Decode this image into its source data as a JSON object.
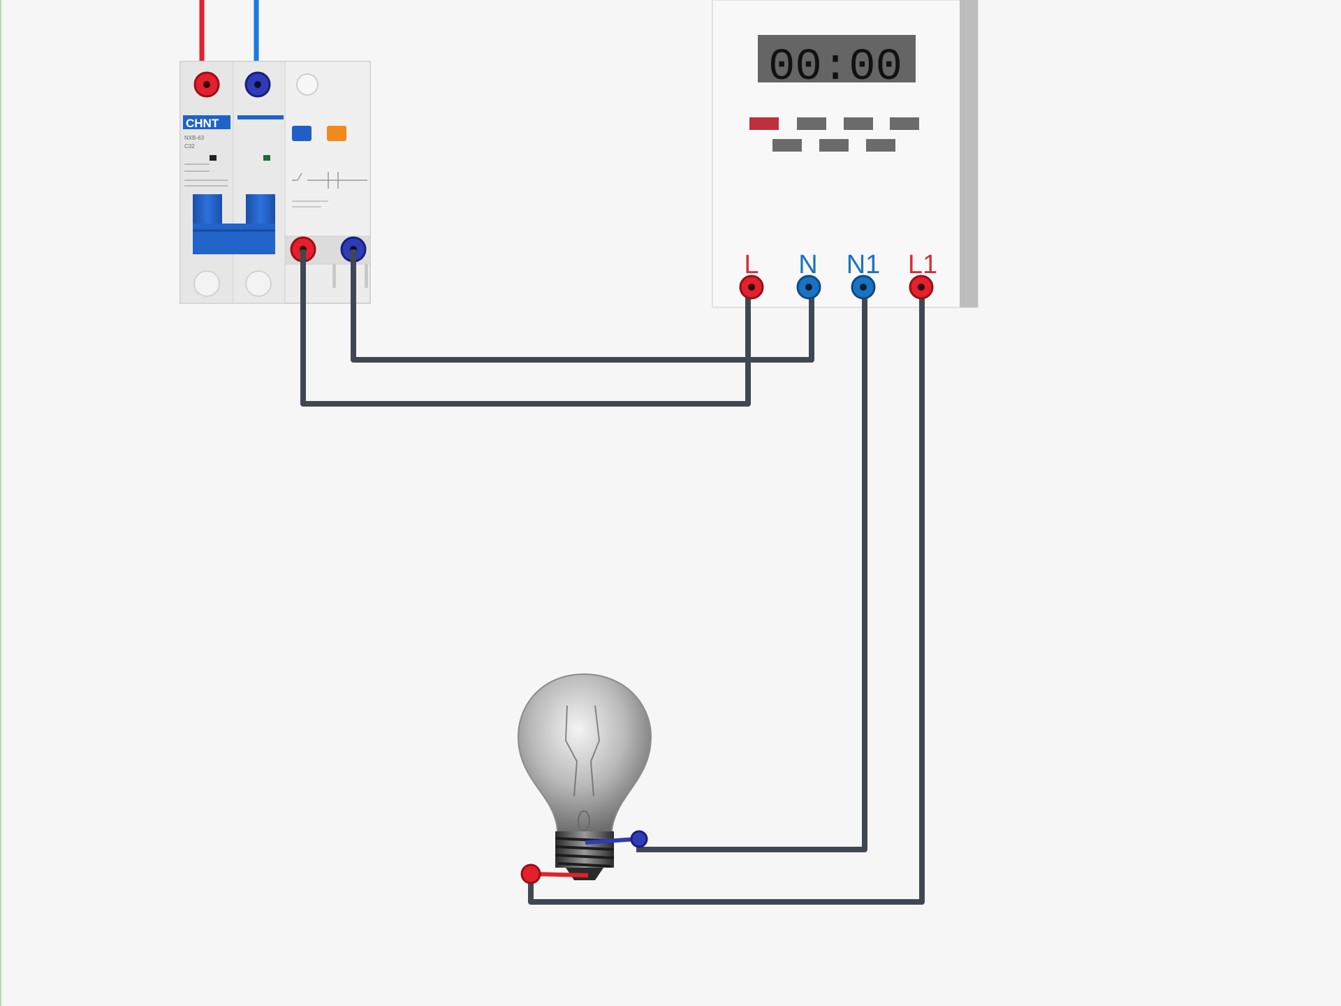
{
  "breaker": {
    "brand": "CHNT",
    "model": "NXB-63",
    "rating": "C32"
  },
  "timer": {
    "display": "00:00",
    "terminals": [
      "L",
      "N",
      "N1",
      "L1"
    ]
  },
  "colors": {
    "live": "#e3202b",
    "neutral_breaker": "#2f3bb8",
    "neutral_timer": "#1a73c2",
    "wire": "#3f4852",
    "breaker_handle": "#1f5fc7",
    "timer_button_active": "#c0303a",
    "timer_button": "#6b6b6b"
  },
  "icons": {
    "breaker": "circuit-breaker-icon",
    "timer": "digital-timer-switch-icon",
    "lamp": "light-bulb-icon"
  }
}
